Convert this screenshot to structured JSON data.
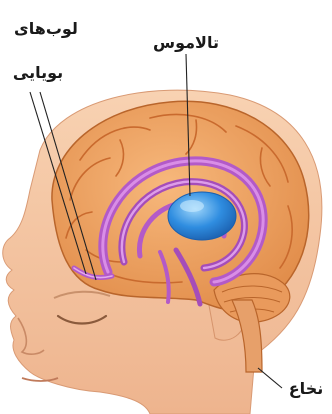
{
  "labels": {
    "olfactory_line1": "لوب‌های",
    "olfactory_line2": "بویایی",
    "thalamus": "تالاموس",
    "medulla": "نخاع"
  },
  "colors": {
    "background": "#ffffff",
    "skin": "#f6c8a3",
    "skin_shadow": "#e3a47e",
    "brain": "#f0a15e",
    "brain_fold": "#c96a2e",
    "limbic": "#b35ac8",
    "limbic_light": "#d98ee6",
    "thalamus": "#2f8de0",
    "thalamus_light": "#7fc4f5",
    "leader_line": "#222222"
  }
}
